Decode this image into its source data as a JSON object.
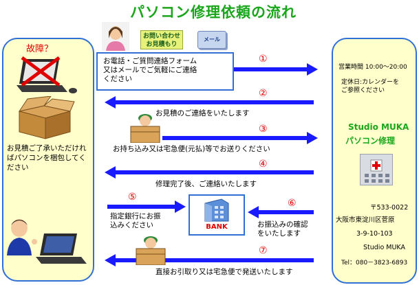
{
  "title": "パソコン修理依頼の流れ",
  "left_panel": {
    "fault_label": "故障？",
    "note": "お見積ご了承いただければパソコンを梱包してください"
  },
  "header_icons": {
    "inquiry_badge": "お問い合わせ\nお見積もり",
    "mail_label": "メール"
  },
  "contact_box": {
    "text": "お電話・ご質問連絡フォーム\n又はメールでご気軽にご連絡\nください"
  },
  "steps": [
    {
      "num": "①",
      "text": ""
    },
    {
      "num": "②",
      "text": "お見積のご連絡をいたします"
    },
    {
      "num": "③",
      "text": "お持ち込み又は宅急便(元払)等でお送りください"
    },
    {
      "num": "④",
      "text": "修理完了後、ご連絡いたします"
    },
    {
      "num": "⑤",
      "text": "指定銀行にお振\n込みください"
    },
    {
      "num": "⑥",
      "text": "お振込みの確認\nをいたします"
    },
    {
      "num": "⑦",
      "text": "直接お引取り又は宅急便で発送いたします"
    }
  ],
  "bank": {
    "label": "BANK"
  },
  "right_panel": {
    "hours": "営業時間 10:00～20:00",
    "holiday": "定休日:カレンダーを\nご参照ください",
    "brand_en": "Studio MUKA",
    "brand_jp": "パソコン修理",
    "postal": "〒533-0022",
    "address1": "大阪市東淀川区菅原",
    "address2": "3-9-10-103",
    "address3": "Studio MUKA",
    "tel": "Tel：080－3823-6893"
  },
  "colors": {
    "arrow_blue": "#1a1aff",
    "panel_bg": "#ffffcc",
    "panel_border": "#2f6fd6",
    "title_green": "#1aa61a",
    "step_red": "#e00000"
  }
}
